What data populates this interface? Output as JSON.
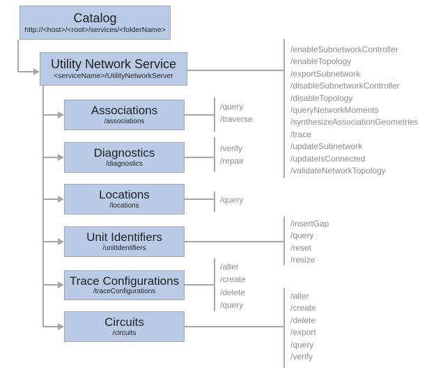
{
  "nodes": {
    "catalog": {
      "title": "Catalog",
      "subtitle": "http://<host>/<root>/services/<folderName>"
    },
    "utility_network_service": {
      "title": "Utility Network Service",
      "subtitle": "<serviceName>/UtilityNetworkServer"
    },
    "associations": {
      "title": "Associations",
      "subtitle": "/associations"
    },
    "diagnostics": {
      "title": "Diagnostics",
      "subtitle": "/diagnostics"
    },
    "locations": {
      "title": "Locations",
      "subtitle": "/locations"
    },
    "unit_identifiers": {
      "title": "Unit Identifiers",
      "subtitle": "/unitIdentifiers"
    },
    "trace_configurations": {
      "title": "Trace Configurations",
      "subtitle": "/traceConfigurations"
    },
    "circuits": {
      "title": "Circuits",
      "subtitle": "/circuits"
    }
  },
  "operations": {
    "utility_network_service": [
      "/enableSubnetworkController",
      "/enableTopology",
      "/exportSubnetwork",
      "/disableSubnetworkController",
      "/disableTopology",
      "/queryNetworkMoments",
      "/synthesizeAssociationGeometries",
      "/trace",
      "/updateSubnetwork",
      "/updateIsConnected",
      "/validateNetworkTopology"
    ],
    "associations": [
      "/query",
      "/traverse"
    ],
    "diagnostics": [
      "/verify",
      "/repair"
    ],
    "locations": [
      "/query"
    ],
    "unit_identifiers": [
      "/insertGap",
      "/query",
      "/reset",
      "/resize"
    ],
    "trace_configurations": [
      "/alter",
      "/create",
      "/delete",
      "/query"
    ],
    "circuits": [
      "/alter",
      "/create",
      "/delete",
      "/export",
      "/query",
      "/verify"
    ]
  },
  "colors": {
    "box_fill": "#b9cbe6",
    "box_border": "#a3a3a3",
    "connector": "#a6a6a6",
    "operations_text": "#8a8a8a",
    "node_text": "#1f1f1f",
    "background": "#ffffff"
  }
}
